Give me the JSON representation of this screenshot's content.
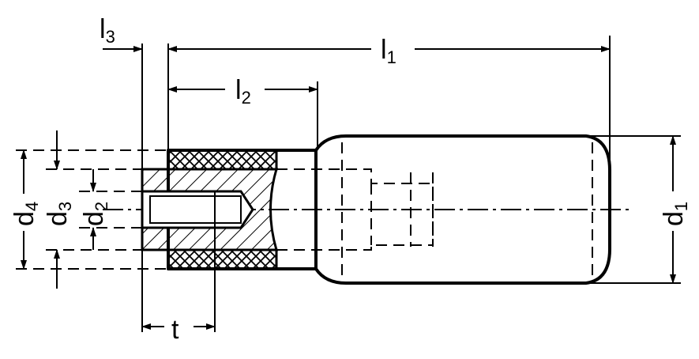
{
  "labels": {
    "l1": {
      "main": "l",
      "sub": "1"
    },
    "l2": {
      "main": "l",
      "sub": "2"
    },
    "l3": {
      "main": "l",
      "sub": "3"
    },
    "d1": {
      "main": "d",
      "sub": "1"
    },
    "d2": {
      "main": "d",
      "sub": "2"
    },
    "d3": {
      "main": "d",
      "sub": "3"
    },
    "d4": {
      "main": "d",
      "sub": "4"
    },
    "t": {
      "main": "t"
    }
  }
}
